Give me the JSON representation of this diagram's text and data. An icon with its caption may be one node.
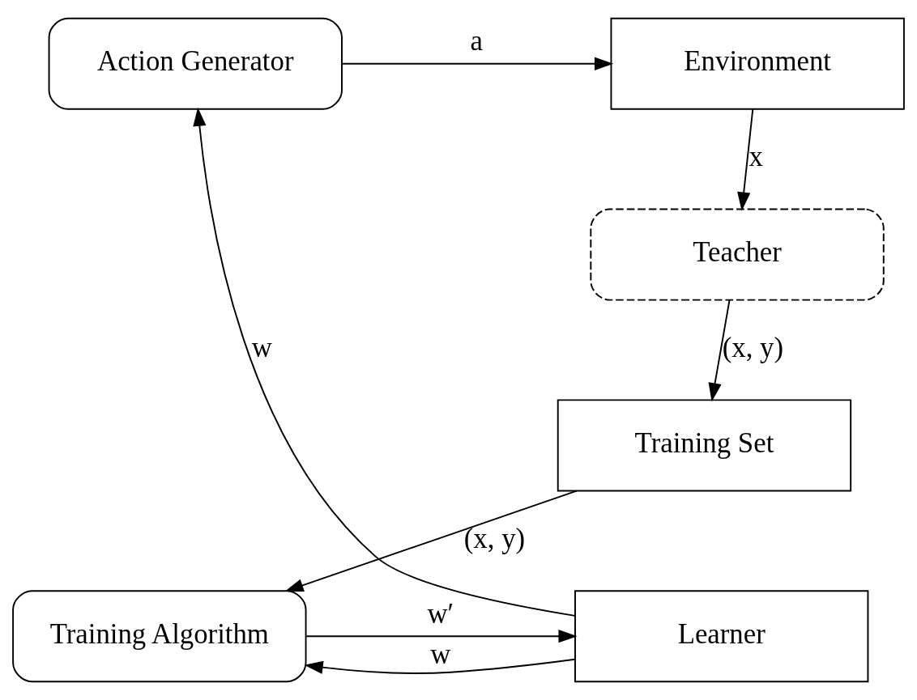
{
  "diagram": {
    "nodes": [
      {
        "text": [
          "Environment"
        ]
      },
      {
        "text": [
          "Action Generator"
        ]
      },
      {
        "text": [
          "Teacher"
        ]
      },
      {
        "text": [
          "Training Set"
        ]
      },
      {
        "text": [
          "Training Algorithm"
        ]
      },
      {
        "text": [
          "Learner"
        ]
      }
    ],
    "edges": [
      {
        "from": 1,
        "to": 0,
        "arrow": "to",
        "label": "a"
      },
      {
        "from": 0,
        "to": 2,
        "arrow": "to",
        "label": "x"
      },
      {
        "from": 2,
        "to": 3,
        "arrow": "to",
        "label": "(x, y)"
      },
      {
        "from": 3,
        "to": 4,
        "arrow": "to",
        "label": "(x, y)"
      },
      {
        "from": 5,
        "to": 4,
        "arrow": "to",
        "label": "w"
      },
      {
        "from": 4,
        "to": 5,
        "arrow": "to",
        "label": "w′"
      },
      {
        "from": 5,
        "to": 1,
        "arrow": "to",
        "label": "w"
      }
    ]
  }
}
